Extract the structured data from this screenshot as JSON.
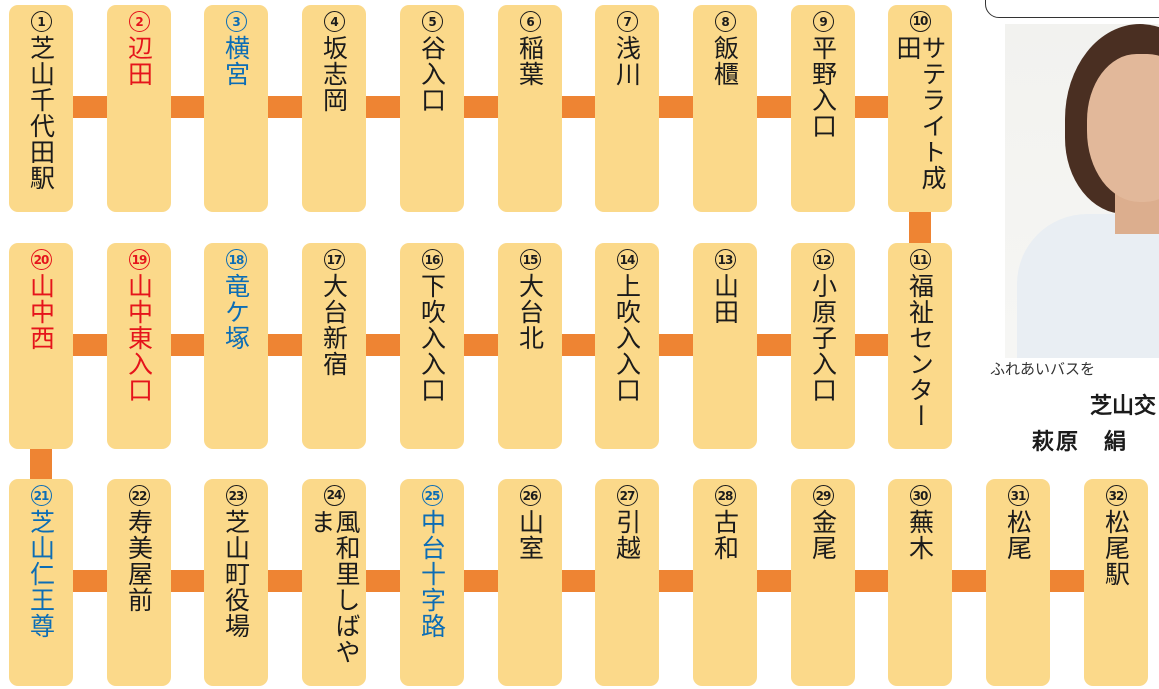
{
  "route": {
    "stops": [
      {
        "no": "①",
        "name": "芝山千代田駅",
        "color": "black"
      },
      {
        "no": "②",
        "name": "辺田",
        "color": "red"
      },
      {
        "no": "③",
        "name": "横宮",
        "color": "blue"
      },
      {
        "no": "④",
        "name": "坂志岡",
        "color": "black"
      },
      {
        "no": "⑤",
        "name": "谷入口",
        "color": "black"
      },
      {
        "no": "⑥",
        "name": "稲葉",
        "color": "black"
      },
      {
        "no": "⑦",
        "name": "浅川",
        "color": "black"
      },
      {
        "no": "⑧",
        "name": "飯櫃",
        "color": "black"
      },
      {
        "no": "⑨",
        "name": "平野入口",
        "color": "black"
      },
      {
        "no": "⑩",
        "name": "サテライト成田",
        "color": "black"
      },
      {
        "no": "⑪",
        "name": "福祉センター",
        "color": "black"
      },
      {
        "no": "⑫",
        "name": "小原子入口",
        "color": "black"
      },
      {
        "no": "⑬",
        "name": "山田",
        "color": "black"
      },
      {
        "no": "⑭",
        "name": "上吹入入口",
        "color": "black"
      },
      {
        "no": "⑮",
        "name": "大台北",
        "color": "black"
      },
      {
        "no": "⑯",
        "name": "下吹入入口",
        "color": "black"
      },
      {
        "no": "⑰",
        "name": "大台新宿",
        "color": "black"
      },
      {
        "no": "⑱",
        "name": "竜ケ塚",
        "color": "blue"
      },
      {
        "no": "⑲",
        "name": "山中東入口",
        "color": "red"
      },
      {
        "no": "⑳",
        "name": "山中西",
        "color": "red"
      },
      {
        "no": "㉑",
        "name": "芝山仁王尊",
        "color": "blue"
      },
      {
        "no": "㉒",
        "name": "寿美屋前",
        "color": "black"
      },
      {
        "no": "㉓",
        "name": "芝山町役場",
        "color": "black"
      },
      {
        "no": "㉔",
        "name": "風和里しばやま",
        "color": "black"
      },
      {
        "no": "㉕",
        "name": "中台十字路",
        "color": "blue"
      },
      {
        "no": "㉖",
        "name": "山室",
        "color": "black"
      },
      {
        "no": "㉗",
        "name": "引越",
        "color": "black"
      },
      {
        "no": "㉘",
        "name": "古和",
        "color": "black"
      },
      {
        "no": "㉙",
        "name": "金尾",
        "color": "black"
      },
      {
        "no": "㉚",
        "name": "蕪木",
        "color": "black"
      },
      {
        "no": "㉛",
        "name": "松尾",
        "color": "black"
      },
      {
        "no": "㉜",
        "name": "松尾駅",
        "color": "black"
      }
    ],
    "colors": {
      "box": "#fbd98a",
      "connector": "#ee8433",
      "black": "#1b1b1b",
      "red": "#e5141b",
      "blue": "#0c6db5"
    }
  },
  "sidebar": {
    "caption": "ふれあいバスを",
    "office": "芝山交",
    "person": "萩原　絹"
  }
}
